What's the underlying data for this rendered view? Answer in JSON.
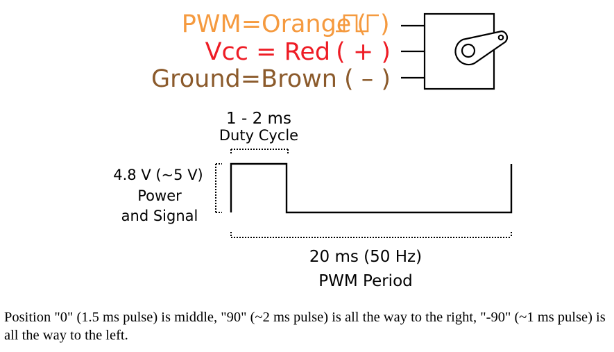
{
  "colors": {
    "pwm": "#f59a3f",
    "vcc": "#ee1c25",
    "ground": "#8b5a2b",
    "ink": "#000000"
  },
  "wire_labels": {
    "pwm": {
      "name": "PWM",
      "eq": "=",
      "color_name": "Orange",
      "symbol_open": "(",
      "symbol": "pulse-wave-icon",
      "symbol_close": ")"
    },
    "vcc": {
      "name": "Vcc",
      "eq": " = ",
      "color_name": "Red",
      "symbol": "( + )"
    },
    "ground": {
      "name": "Ground",
      "eq": "=",
      "color_name": "Brown",
      "symbol": "( – )"
    }
  },
  "servo": {
    "icon": "servo-motor-icon"
  },
  "waveform": {
    "duty_value": "1 - 2 ms",
    "duty_label": "Duty Cycle",
    "voltage_value": "4.8 V (~5 V)",
    "voltage_label_line1": "Power",
    "voltage_label_line2": "and Signal",
    "period_value": "20 ms (50 Hz)",
    "period_label": "PWM Period"
  },
  "caption": "Position \"0\" (1.5 ms pulse) is middle, \"90\" (~2 ms pulse) is all the way to the right, \"-90\" (~1 ms pulse) is all the way to the left."
}
